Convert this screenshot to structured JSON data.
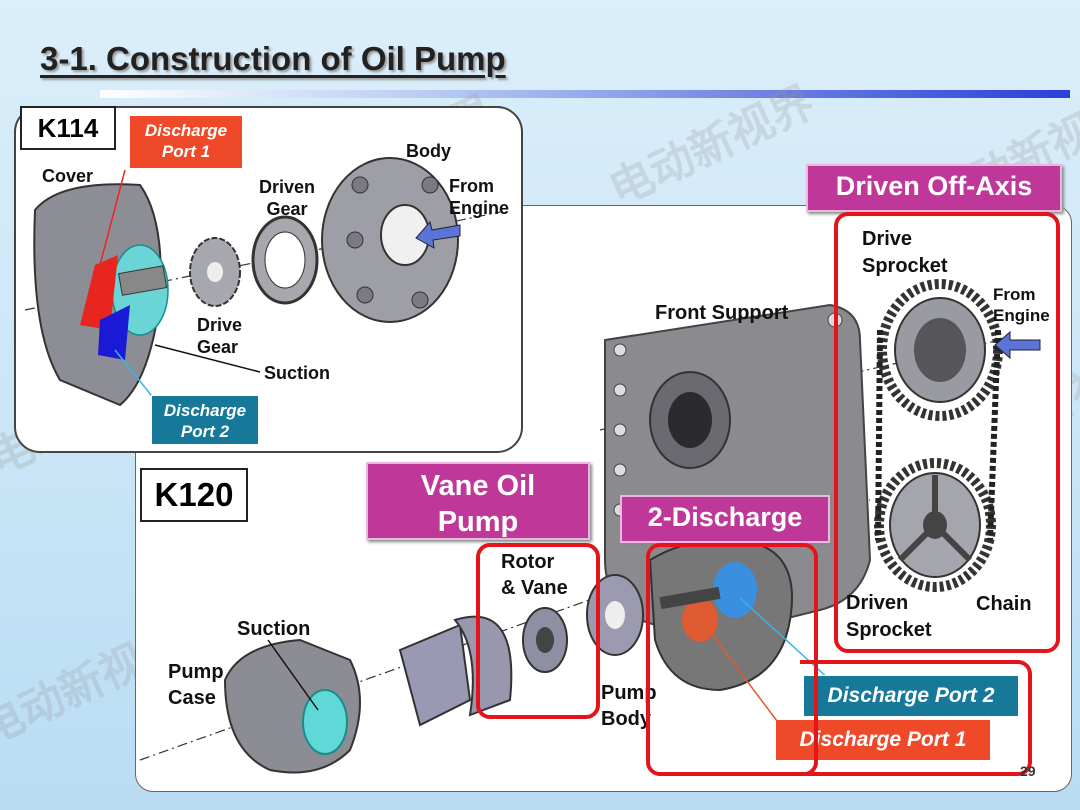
{
  "title": "3-1. Construction of Oil Pump",
  "watermark": "电动新视界",
  "page_number": "29",
  "k114": {
    "model": "K114",
    "discharge_port_1": [
      "Discharge",
      "Port 1"
    ],
    "discharge_port_2": [
      "Discharge",
      "Port 2"
    ],
    "cover": "Cover",
    "driven_gear": [
      "Driven",
      "Gear"
    ],
    "body": "Body",
    "from_engine": [
      "From",
      "Engine"
    ],
    "drive_gear": [
      "Drive",
      "Gear"
    ],
    "suction": "Suction"
  },
  "k120": {
    "model": "K120",
    "vane_oil_pump": [
      "Vane Oil",
      "Pump"
    ],
    "two_discharge": "2-Discharge",
    "driven_off_axis": "Driven Off-Axis",
    "front_support": "Front Support",
    "drive_sprocket": [
      "Drive",
      "Sprocket"
    ],
    "from_engine": [
      "From",
      "Engine"
    ],
    "rotor_vane": [
      "Rotor",
      "& Vane"
    ],
    "suction": "Suction",
    "pump_case": [
      "Pump",
      "Case"
    ],
    "pump_body": [
      "Pump",
      "Body"
    ],
    "driven_sprocket": [
      "Driven",
      "Sprocket"
    ],
    "chain": "Chain",
    "discharge_port_2": "Discharge Port 2",
    "discharge_port_1": "Discharge Port 1"
  },
  "colors": {
    "red_label": "#ee4a2a",
    "teal_label": "#17799a",
    "magenta_label": "#c0379a",
    "highlight_frame": "#e3141b",
    "arrow_blue": "#5a74d8"
  }
}
